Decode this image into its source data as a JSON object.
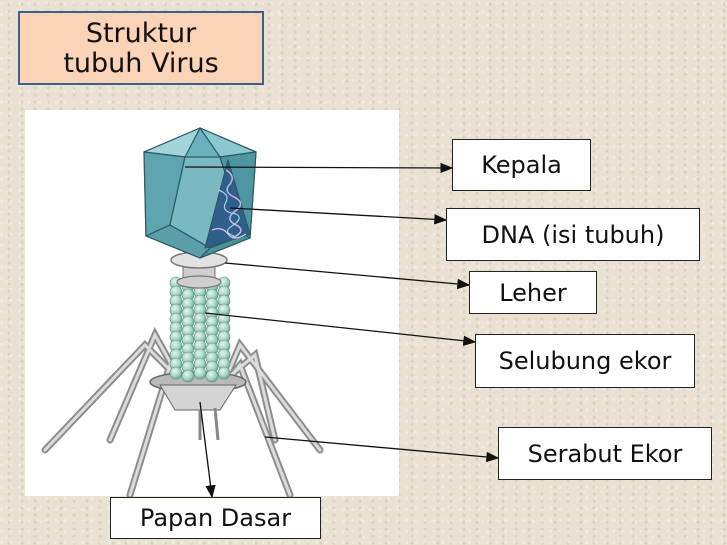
{
  "title": {
    "line1": "Struktur",
    "line2": "tubuh Virus"
  },
  "labels": {
    "kepala": "Kepala",
    "dna": "DNA (isi tubuh)",
    "leher": "Leher",
    "selubung": "Selubung ekor",
    "serabut": "Serabut Ekor",
    "papan": "Papan Dasar"
  },
  "colors": {
    "capsid": "#5fa9b4",
    "tail_bead": "#a7d6c6",
    "leg": "#c9c9c9"
  }
}
